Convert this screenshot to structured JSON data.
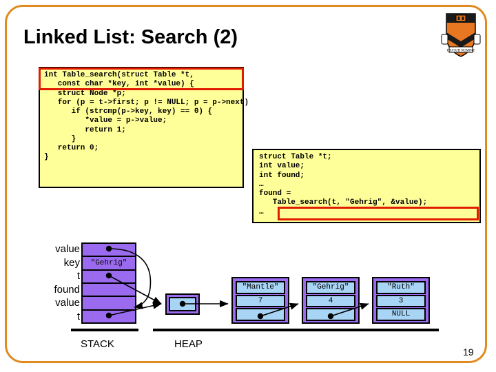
{
  "slide": {
    "title": "Linked List: Search (2)",
    "page_number": "19",
    "frame_color": "#E08A20",
    "logo_name": "princeton-shield-logo"
  },
  "code_main": {
    "lines": [
      "int Table_search(struct Table *t,",
      "   const char *key, int *value) {",
      "   struct Node *p;",
      "   for (p = t->first; p != NULL; p = p->next)",
      "      if (strcmp(p->key, key) == 0) {",
      "         *value = p->value;",
      "         return 1;",
      "      }",
      "   return 0;",
      "}"
    ],
    "text": "int Table_search(struct Table *t,\n   const char *key, int *value) {\n   struct Node *p;\n   for (p = t->first; p != NULL; p = p->next)\n      if (strcmp(p->key, key) == 0) {\n         *value = p->value;\n         return 1;\n      }\n   return 0;\n}",
    "background": "#FFFF99",
    "highlight_color": "#E01B00"
  },
  "code_caller": {
    "lines": [
      "struct Table *t;",
      "int value;",
      "int found;",
      "…",
      "found =",
      "   Table_search(t, \"Gehrig\", &value);",
      "…"
    ],
    "text": "struct Table *t;\nint value;\nint found;\n…\nfound =\n   Table_search(t, \"Gehrig\", &value);\n…",
    "background": "#FFFF99",
    "highlight_color": "#E01B00"
  },
  "stack": {
    "caption": "STACK",
    "labels": [
      "value",
      "key",
      "t",
      "found",
      "value",
      "t"
    ],
    "cells": [
      "",
      "\"Gehrig\"",
      "",
      "",
      "",
      ""
    ],
    "box_color": "#9B6BEF"
  },
  "heap": {
    "caption": "HEAP",
    "table_struct_color": "#A8D4F5",
    "nodes": [
      {
        "key": "\"Mantle\"",
        "value": "7",
        "next": ""
      },
      {
        "key": "\"Gehrig\"",
        "value": "4",
        "next": ""
      },
      {
        "key": "\"Ruth\"",
        "value": "3",
        "next": "NULL"
      }
    ],
    "node_fill": "#A8D4F5",
    "node_border_fill": "#9B6BEF"
  }
}
